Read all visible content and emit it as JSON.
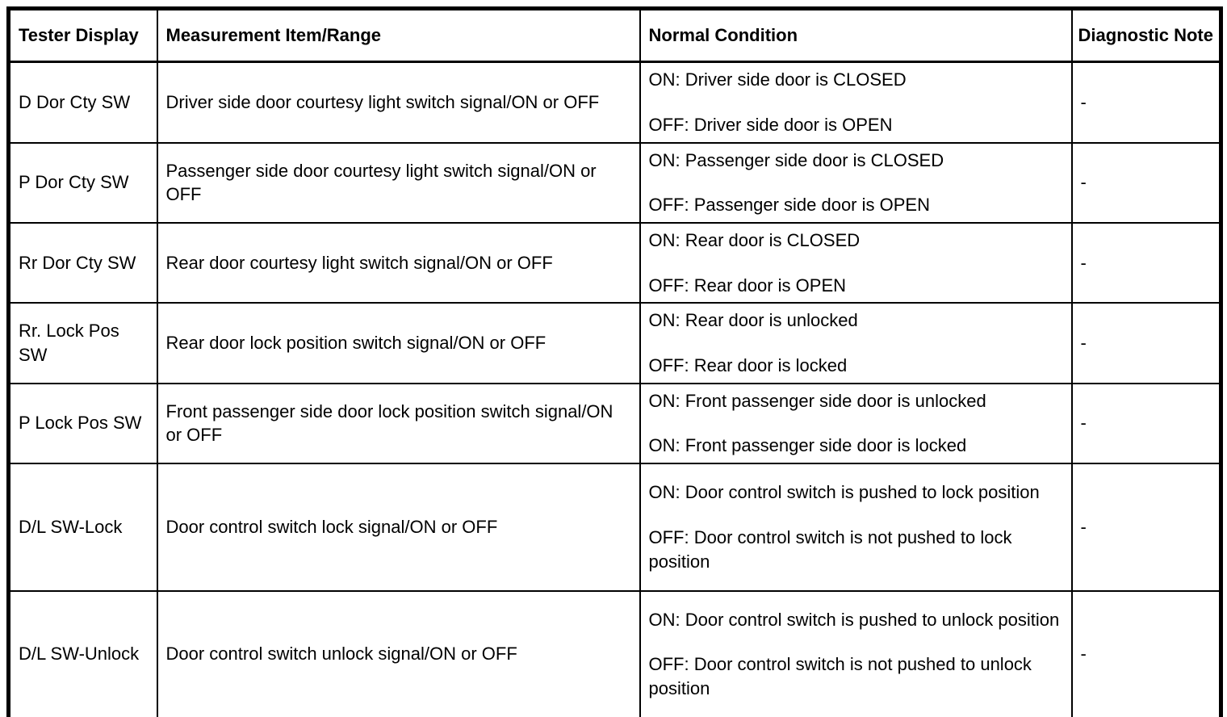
{
  "table": {
    "headers": {
      "tester_display": "Tester Display",
      "measurement": "Measurement Item/Range",
      "normal_condition": "Normal Condition",
      "diagnostic_note": "Diagnostic Note"
    },
    "rows": [
      {
        "tester_display": "D Dor Cty SW",
        "measurement": "Driver side door courtesy light switch signal/ON or OFF",
        "normal_on": "ON: Driver side door is CLOSED",
        "normal_off": "OFF: Driver side door is OPEN",
        "note": "-"
      },
      {
        "tester_display": "P Dor Cty SW",
        "measurement": "Passenger side door courtesy light switch signal/ON or OFF",
        "normal_on": "ON: Passenger side door is CLOSED",
        "normal_off": "OFF: Passenger side door is OPEN",
        "note": "-"
      },
      {
        "tester_display": "Rr Dor Cty SW",
        "measurement": "Rear door courtesy light switch signal/ON or OFF",
        "normal_on": "ON: Rear door is CLOSED",
        "normal_off": "OFF: Rear door is OPEN",
        "note": "-"
      },
      {
        "tester_display": "Rr. Lock Pos SW",
        "measurement": "Rear door lock position switch signal/ON or OFF",
        "normal_on": "ON: Rear door is unlocked",
        "normal_off": "OFF: Rear door is locked",
        "note": "-"
      },
      {
        "tester_display": "P Lock Pos SW",
        "measurement": "Front passenger side door lock position switch signal/ON or OFF",
        "normal_on": "ON: Front passenger side door is unlocked",
        "normal_off": "ON: Front passenger side door is locked",
        "note": "-"
      },
      {
        "tester_display": "D/L SW-Lock",
        "measurement": "Door control switch lock signal/ON or OFF",
        "normal_on": "ON: Door control switch is pushed to lock position",
        "normal_off": "OFF: Door control switch is not pushed to lock position",
        "note": "-"
      },
      {
        "tester_display": "D/L SW-Unlock",
        "measurement": "Door control switch unlock signal/ON or OFF",
        "normal_on": "ON: Door control switch is pushed to unlock position",
        "normal_off": "OFF: Door control switch is not pushed to unlock position",
        "note": "-"
      }
    ]
  },
  "colors": {
    "border": "#000000",
    "background": "#ffffff",
    "text": "#000000"
  }
}
